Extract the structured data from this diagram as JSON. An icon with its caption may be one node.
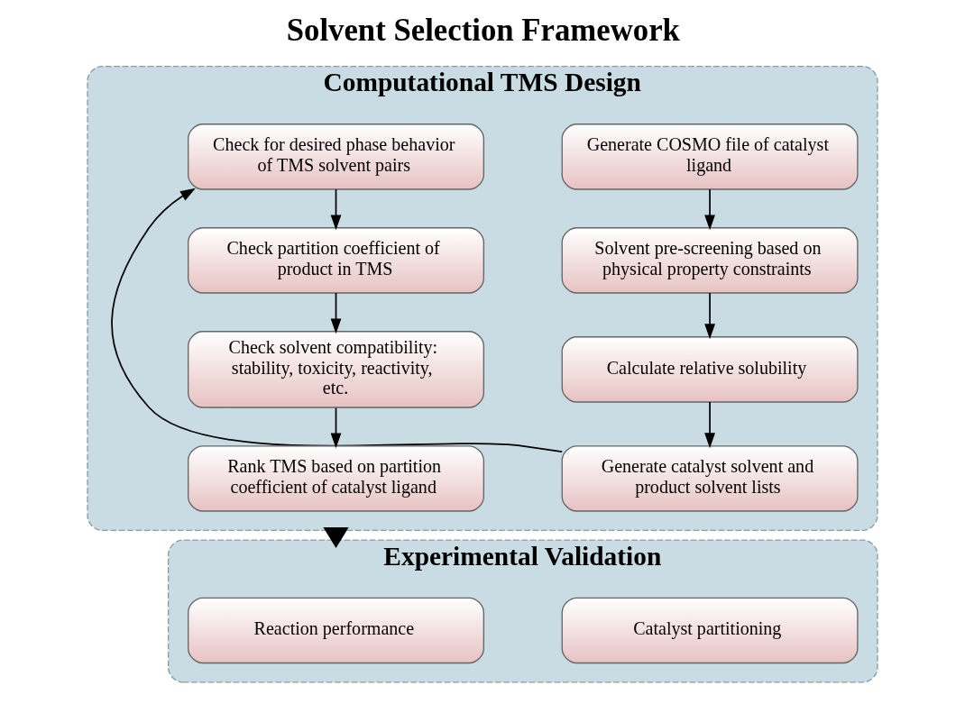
{
  "diagram": {
    "title": "Solvent Selection Framework",
    "nodes": [
      {
        "text": [
          "Computational TMS Design"
        ]
      },
      {
        "text": [
          "Generate COSMO file of catalyst ligand"
        ],
        "in": 0
      },
      {
        "text": [
          "Solvent pre-screening based on physical property constraints"
        ],
        "in": 0
      },
      {
        "text": [
          "Calculate relative solubility"
        ],
        "in": 0
      },
      {
        "text": [
          "Generate catalyst solvent and product solvent lists"
        ],
        "in": 0
      },
      {
        "text": [
          "Check for desired phase behavior of TMS solvent pairs"
        ],
        "in": 0
      },
      {
        "text": [
          "Check partition coefficient of product in TMS"
        ],
        "in": 0
      },
      {
        "text": [
          "Check solvent compatibility: stability, toxicity, reactivity, etc."
        ],
        "in": 0
      },
      {
        "text": [
          "Rank TMS based on partition coefficient of catalyst ligand"
        ],
        "in": 0
      },
      {
        "text": [
          "Experimental Validation"
        ]
      },
      {
        "text": [
          "Catalyst partitioning"
        ],
        "in": 9
      },
      {
        "text": [
          "Reaction performance"
        ],
        "in": 9
      }
    ],
    "edges": [
      {
        "from": 1,
        "to": 2,
        "arrow": "to"
      },
      {
        "from": 2,
        "to": 3,
        "arrow": "to"
      },
      {
        "from": 3,
        "to": 4,
        "arrow": "to"
      },
      {
        "from": 4,
        "to": 5,
        "arrow": "to"
      },
      {
        "from": 5,
        "to": 6,
        "arrow": "to"
      },
      {
        "from": 6,
        "to": 7,
        "arrow": "to"
      },
      {
        "from": 7,
        "to": 8,
        "arrow": "to"
      },
      {
        "from": 0,
        "to": 9,
        "arrow": "to",
        "style": "thick"
      }
    ]
  }
}
